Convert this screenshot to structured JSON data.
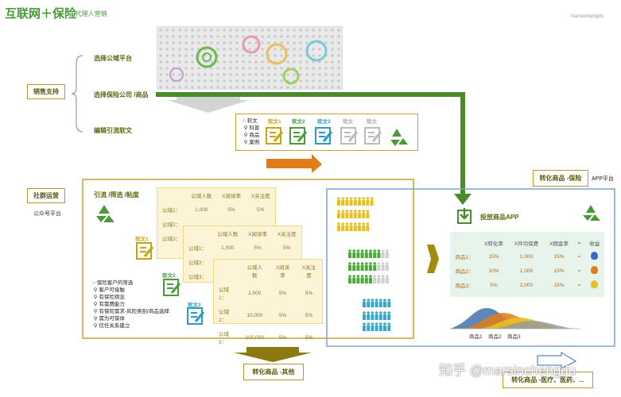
{
  "header": {
    "title": "互联网＋保险",
    "subtitle": "-代理人营销",
    "watermark_top": "marsinchengdu"
  },
  "sales_support": {
    "label": "销售支持",
    "steps": [
      "选择公域平台",
      "选择保险公司 /商品",
      "编辑引流软文"
    ],
    "soft_article_legend": {
      "title": "软文",
      "items": [
        "科普",
        "商品",
        "案例"
      ]
    },
    "doc_labels": [
      "软文1",
      "软文2",
      "软文3",
      "软文",
      "软文"
    ]
  },
  "community": {
    "label": "社群运营",
    "platform": "公众号平台",
    "flow_title": "引流 /筛选 /粘度",
    "tables": [
      {
        "headers": [
          "公域人数",
          "X阅读率",
          "X关注度"
        ],
        "rows": [
          [
            "公域1：",
            "1,000",
            "5%",
            "5%"
          ],
          [
            "公域2：",
            "",
            "",
            ""
          ],
          [
            "公域3：",
            "",
            "",
            ""
          ]
        ]
      },
      {
        "headers": [
          "公域人数",
          "X阅读率",
          "X关注度"
        ],
        "rows": [
          [
            "公域1：",
            "1,000",
            "5%",
            "5%"
          ],
          [
            "公域2：",
            "",
            "",
            ""
          ],
          [
            "公域3：",
            "",
            "",
            ""
          ]
        ]
      },
      {
        "headers": [
          "公域人数",
          "X阅读率",
          "X关注度"
        ],
        "rows": [
          [
            "公域1：",
            "1,000",
            "5%",
            "5%"
          ],
          [
            "公域2：",
            "10,000",
            "5%",
            "5%"
          ],
          [
            "公域3：",
            "100,000",
            "5%",
            "5%"
          ]
        ]
      }
    ],
    "doc_labels": [
      "软文1",
      "软文2",
      "软文3"
    ],
    "filter_list": {
      "title": "保险客户的筛选",
      "items": [
        "客户可接触",
        "有保险观念",
        "有需费能力",
        "有保险需求-风险类别/商品选择",
        "需为可保体",
        "信任关系建立"
      ]
    }
  },
  "convert_insurance": {
    "label": "转化商品 -保险",
    "platform": "APP平台",
    "app_label": "投放商品APP",
    "kpi": {
      "headers": [
        "",
        "X转化率",
        "X件均保费",
        "X佣金率",
        "=",
        "收益"
      ],
      "rows": [
        [
          "商品1：",
          "15%",
          "1,000",
          "15%",
          "="
        ],
        [
          "商品2：",
          "10%",
          "1,000",
          "15%",
          "="
        ],
        [
          "商品3：",
          "5%",
          "2,000",
          "15%",
          "="
        ]
      ]
    },
    "chart_labels": [
      "商品1",
      "商品2",
      "商品3"
    ]
  },
  "convert_other": {
    "label": "转化商品 -其他"
  },
  "convert_medical": {
    "label": "转化商品 -医疗、医药、..."
  },
  "watermark": "知乎 @marsinchengdu",
  "colors": {
    "green": "#4a9a3a",
    "olive": "#8a8a10",
    "orange": "#e07d1a",
    "blue_border": "#7ea4cf",
    "doc1": "#c9a40a",
    "doc2": "#4a9a3a",
    "doc3": "#2a9ac9"
  }
}
